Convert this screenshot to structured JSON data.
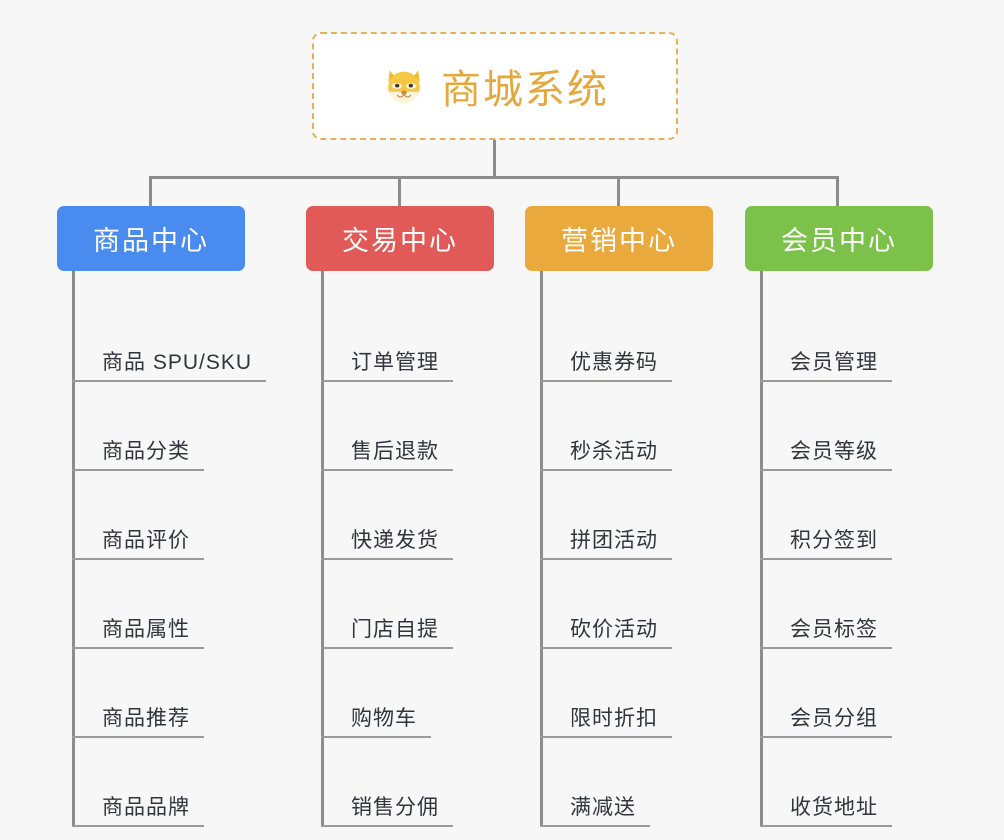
{
  "canvas": {
    "background": "#f7f7f7",
    "connector_color": "#8c8c8c"
  },
  "root": {
    "title": "商城系统",
    "icon": "shiba-inu-dog-face-emoji",
    "icon_glyph": "🐕",
    "text_color": "#e3a93f",
    "border_color": "#e8b159",
    "background": "#ffffff"
  },
  "branches": [
    {
      "title": "商品中心",
      "color": "#4a8bf0",
      "leaves": [
        "商品 SPU/SKU",
        "商品分类",
        "商品评价",
        "商品属性",
        "商品推荐",
        "商品品牌"
      ]
    },
    {
      "title": "交易中心",
      "color": "#e25a58",
      "leaves": [
        "订单管理",
        "售后退款",
        "快递发货",
        "门店自提",
        "购物车",
        "销售分佣"
      ]
    },
    {
      "title": "营销中心",
      "color": "#eaa93c",
      "leaves": [
        "优惠券码",
        "秒杀活动",
        "拼团活动",
        "砍价活动",
        "限时折扣",
        "满减送"
      ]
    },
    {
      "title": "会员中心",
      "color": "#7cc24a",
      "leaves": [
        "会员管理",
        "会员等级",
        "积分签到",
        "会员标签",
        "会员分组",
        "收货地址"
      ]
    }
  ]
}
